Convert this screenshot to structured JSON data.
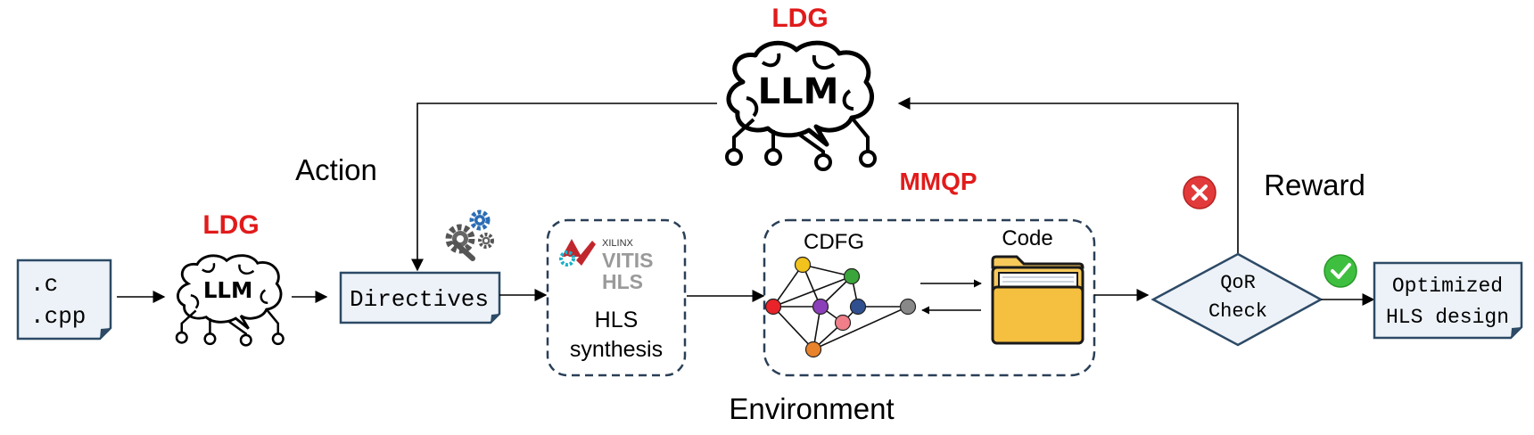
{
  "labels": {
    "ldg_top": "LDG",
    "ldg_left": "LDG",
    "mmqp": "MMQP",
    "action": "Action",
    "reward": "Reward",
    "environment": "Environment",
    "llm_big": "LLM",
    "llm_small": "LLM"
  },
  "input_file": {
    "line1": ".c",
    "line2": ".cpp"
  },
  "directives": "Directives",
  "hls": {
    "logo_brand": "XILINX",
    "logo_product": "VITIS",
    "logo_product2": "HLS",
    "caption1": "HLS",
    "caption2": "synthesis"
  },
  "cdfg": {
    "title": "CDFG"
  },
  "code": {
    "title": "Code"
  },
  "qor": {
    "line1": "QoR",
    "line2": "Check"
  },
  "output": {
    "line1": "Optimized",
    "line2": "HLS design"
  },
  "colors": {
    "accent_red": "#e11b1b",
    "box_fill": "#edf2f8",
    "box_stroke": "#2d4a66",
    "dashed": "#2a3f57",
    "folder": "#f7c95a",
    "check_green": "#3fbf3f",
    "cross_red": "#e23a3a",
    "node_red": "#e8232a",
    "node_yellow": "#f2c31c",
    "node_green": "#3aa53a",
    "node_purple": "#8b3fb8",
    "node_pink": "#f07f8a",
    "node_blue": "#2f4f8f",
    "node_orange": "#e8832c",
    "node_gray": "#888888"
  }
}
